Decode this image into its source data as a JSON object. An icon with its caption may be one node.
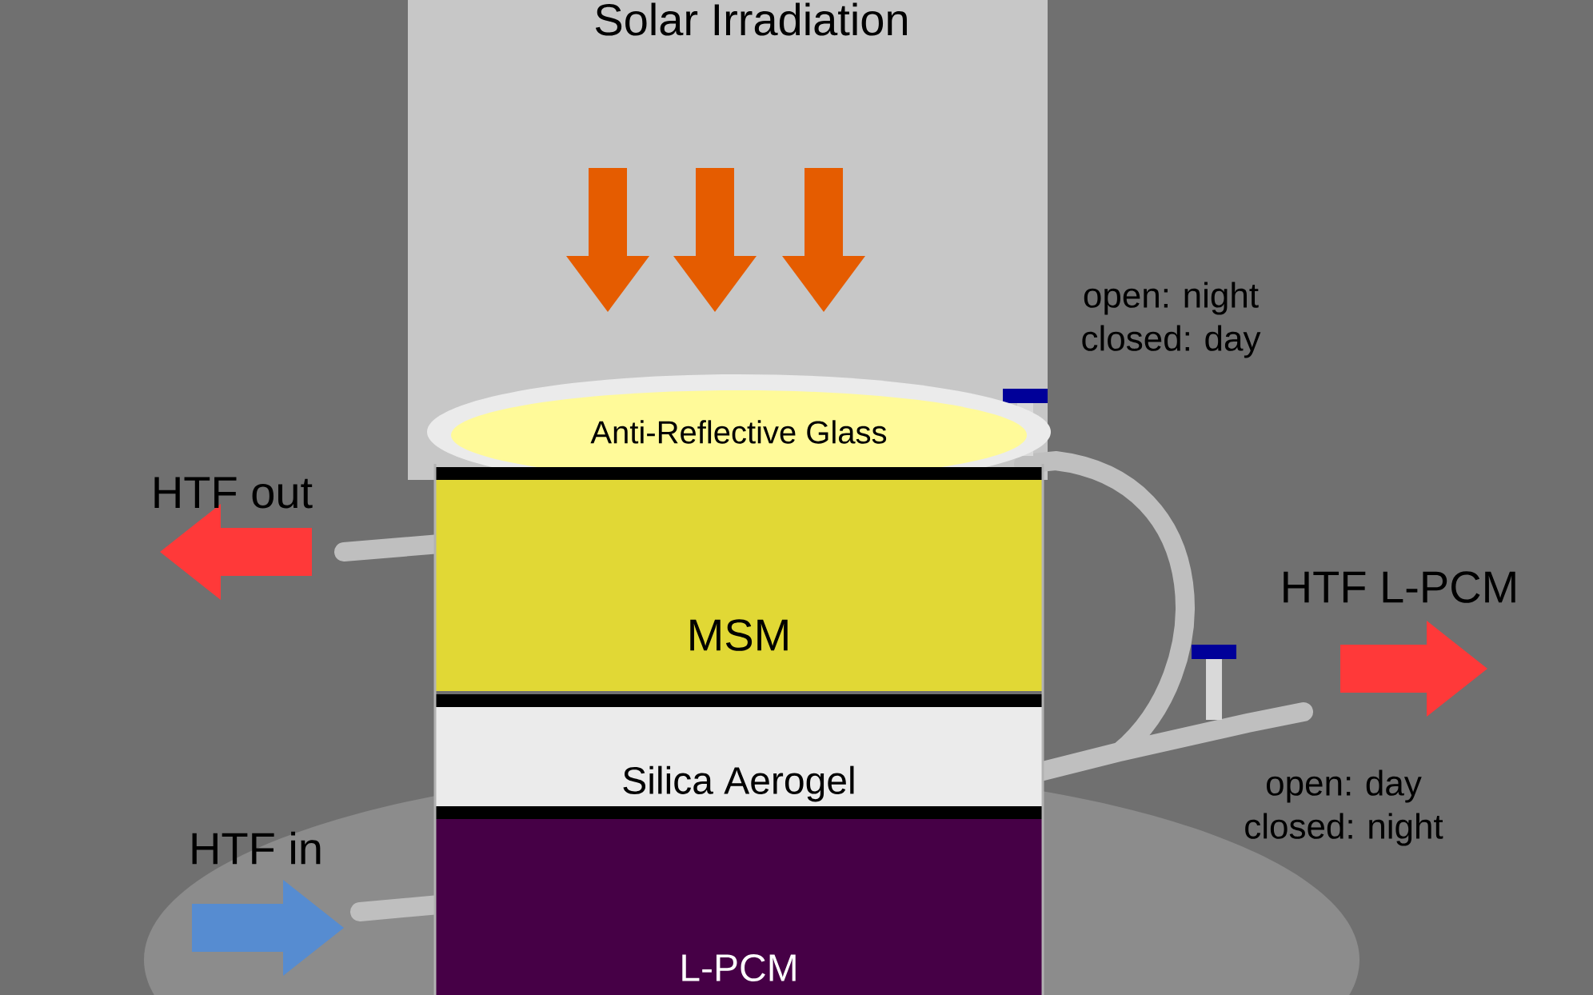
{
  "diagram": {
    "nodes": [
      {
        "text": [
          "Anti-Reflective Glass"
        ]
      },
      {
        "text": [
          "MSM"
        ]
      },
      {
        "text": [
          "Silica Aerogel"
        ]
      },
      {
        "text": [
          "L-PCM"
        ]
      }
    ],
    "labels": [
      "Solar Irradiation",
      "open: night closed: day",
      "HTF out",
      "HTF L-PCM",
      "open: day closed: night",
      "HTF in"
    ]
  }
}
